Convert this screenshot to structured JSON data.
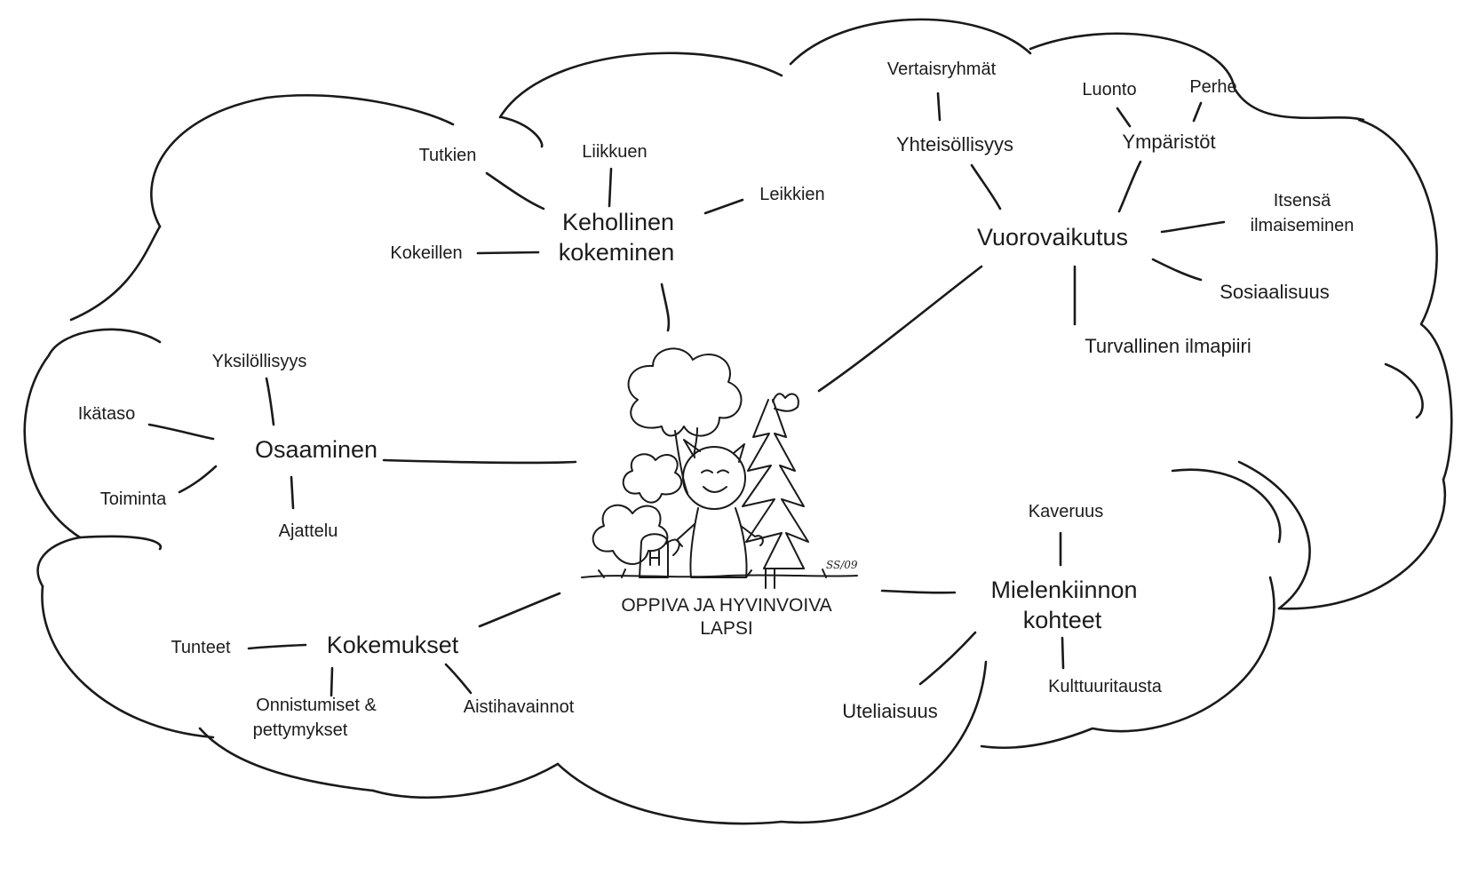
{
  "center": {
    "line1": "OPPIVA JA HYVINVOIVA",
    "line2": "LAPSI",
    "signature": "SS/09"
  },
  "kehollinen": {
    "title1": "Kehollinen",
    "title2": "kokeminen",
    "items": [
      "Tutkien",
      "Liikkuen",
      "Leikkien",
      "Kokeillen"
    ]
  },
  "vuorovaikutus": {
    "title": "Vuorovaikutus",
    "yhteisollisyys": "Yhteisöllisyys",
    "vertaisryhmat": "Vertaisryhmät",
    "ymparistot": "Ympäristöt",
    "luonto": "Luonto",
    "perhe": "Perhe",
    "itsensa1": "Itsensä",
    "itsensa2": "ilmaiseminen",
    "sosiaalisuus": "Sosiaalisuus",
    "turvallinen": "Turvallinen ilmapiiri"
  },
  "osaaminen": {
    "title": "Osaaminen",
    "items": [
      "Yksilöllisyys",
      "Ikätaso",
      "Toiminta",
      "Ajattelu"
    ]
  },
  "kokemukset": {
    "title": "Kokemukset",
    "tunteet": "Tunteet",
    "onnistumiset1": "Onnistumiset &",
    "onnistumiset2": "pettymykset",
    "aistihavainnot": "Aistihavainnot"
  },
  "mielenkiinnon": {
    "title1": "Mielenkiinnon",
    "title2": "kohteet",
    "kaveruus": "Kaveruus",
    "kulttuuritausta": "Kulttuuritausta",
    "uteliaisuus": "Uteliaisuus"
  }
}
